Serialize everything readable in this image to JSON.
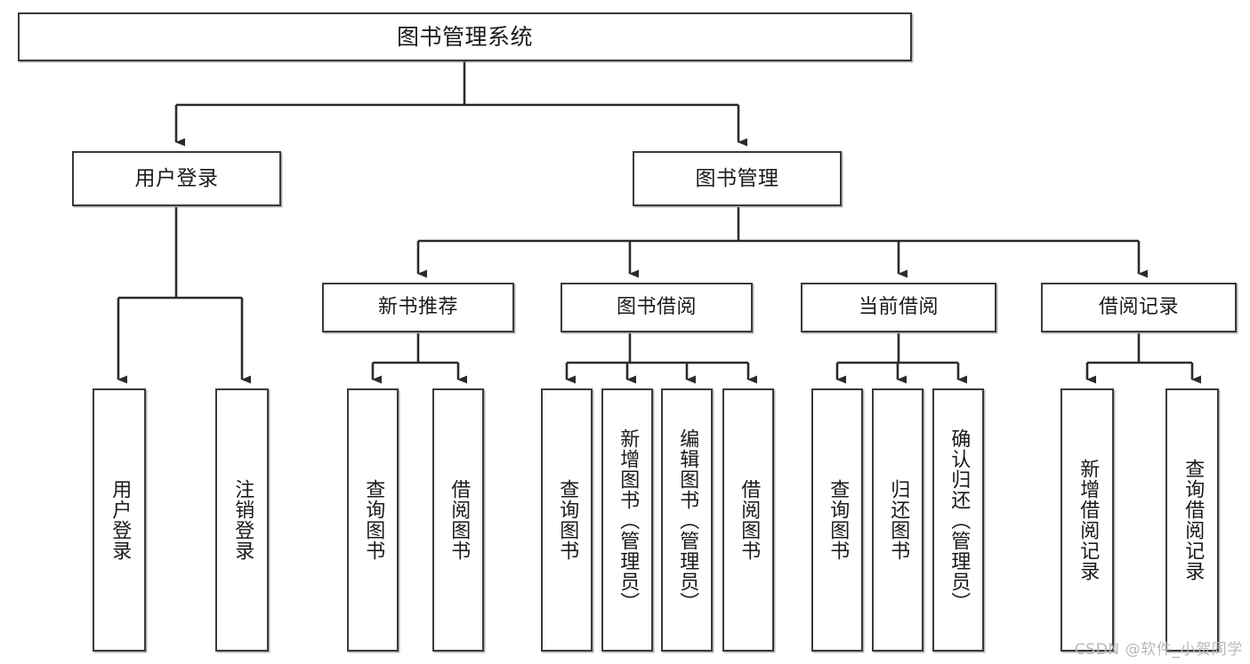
{
  "diagram": {
    "title": "图书管理系统",
    "watermark": "CSDN @软件_小贺同学",
    "type": "tree-hierarchy",
    "levels": 4,
    "colors": {
      "box_border": "#3a3a3a",
      "box_fill": "#ffffff",
      "connector": "#2b2b2b",
      "watermark": "#b9b9b9",
      "background": "#ffffff"
    }
  },
  "root": {
    "label": "图书管理系统"
  },
  "level2": [
    {
      "id": "user-login",
      "label": "用户登录"
    },
    {
      "id": "book-manage",
      "label": "图书管理"
    }
  ],
  "level3": [
    {
      "id": "new-book-recommend",
      "label": "新书推荐",
      "parent": "book-manage"
    },
    {
      "id": "book-borrow",
      "label": "图书借阅",
      "parent": "book-manage"
    },
    {
      "id": "current-borrow",
      "label": "当前借阅",
      "parent": "book-manage"
    },
    {
      "id": "borrow-record",
      "label": "借阅记录",
      "parent": "book-manage"
    }
  ],
  "leaves": {
    "user_login": [
      {
        "id": "leaf-user-login",
        "label": "用户登录"
      },
      {
        "id": "leaf-user-logout",
        "label": "注销登录"
      }
    ],
    "new_book_recommend": [
      {
        "id": "leaf-query-book-1",
        "label": "查询图书"
      },
      {
        "id": "leaf-borrow-book-1",
        "label": "借阅图书"
      }
    ],
    "book_borrow": [
      {
        "id": "leaf-query-book-2",
        "label": "查询图书"
      },
      {
        "id": "leaf-add-book",
        "label": "新增图书（管理员）"
      },
      {
        "id": "leaf-edit-book",
        "label": "编辑图书（管理员）"
      },
      {
        "id": "leaf-borrow-book-2",
        "label": "借阅图书"
      }
    ],
    "current_borrow": [
      {
        "id": "leaf-query-book-3",
        "label": "查询图书"
      },
      {
        "id": "leaf-return-book",
        "label": "归还图书"
      },
      {
        "id": "leaf-confirm-return",
        "label": "确认归还（管理员）"
      }
    ],
    "borrow_record": [
      {
        "id": "leaf-add-record",
        "label": "新增借阅记录"
      },
      {
        "id": "leaf-query-record",
        "label": "查询借阅记录"
      }
    ]
  }
}
